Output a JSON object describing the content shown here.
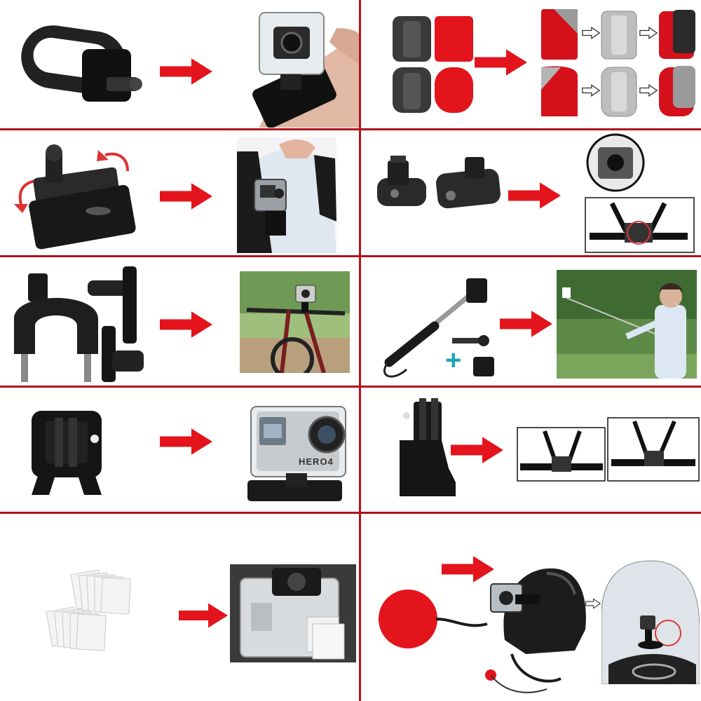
{
  "camera": {
    "model_label": "HERO4"
  },
  "colors": {
    "divider": "#b0121c",
    "arrow": "#e3141b",
    "accessory": "#1a1a1a",
    "adhesive": "#e3141b",
    "plus_sign": "#1fa3b5"
  },
  "panels": [
    {
      "id": "wrist-strap",
      "icons": [
        "wrist-strap-mount-icon",
        "arrow-right-icon",
        "camera-on-wrist-icon"
      ]
    },
    {
      "id": "adhesive-mounts",
      "icons": [
        "flat-curved-mount-icon",
        "arrow-right-icon",
        "mount-application-icon"
      ]
    },
    {
      "id": "backpack-clip",
      "icons": [
        "rotating-clip-icon",
        "arrow-right-icon",
        "camera-on-backpack-icon"
      ]
    },
    {
      "id": "extension-arms",
      "icons": [
        "extension-arm-icon",
        "arrow-right-icon",
        "chest-harness-camera-icon"
      ]
    },
    {
      "id": "handlebar-mount",
      "icons": [
        "handlebar-mount-icon",
        "arrow-right-icon",
        "camera-on-bike-icon"
      ]
    },
    {
      "id": "selfie-stick",
      "icons": [
        "selfie-stick-icon",
        "plus-icon",
        "arrow-right-icon",
        "person-with-selfie-stick-icon"
      ]
    },
    {
      "id": "quick-release-buckle",
      "icons": [
        "buckle-icon",
        "arrow-right-icon",
        "camera-housing-icon"
      ]
    },
    {
      "id": "chest-harness",
      "icons": [
        "j-hook-icon",
        "arrow-right-icon",
        "chest-harness-icon"
      ]
    },
    {
      "id": "anti-fog-inserts",
      "icons": [
        "anti-fog-inserts-icon",
        "arrow-right-icon",
        "housing-with-inserts-icon"
      ]
    },
    {
      "id": "helmet-tether",
      "icons": [
        "adhesive-pad-icon",
        "arrow-right-icon",
        "helmet-mount-icon",
        "car-mount-icon"
      ]
    }
  ]
}
